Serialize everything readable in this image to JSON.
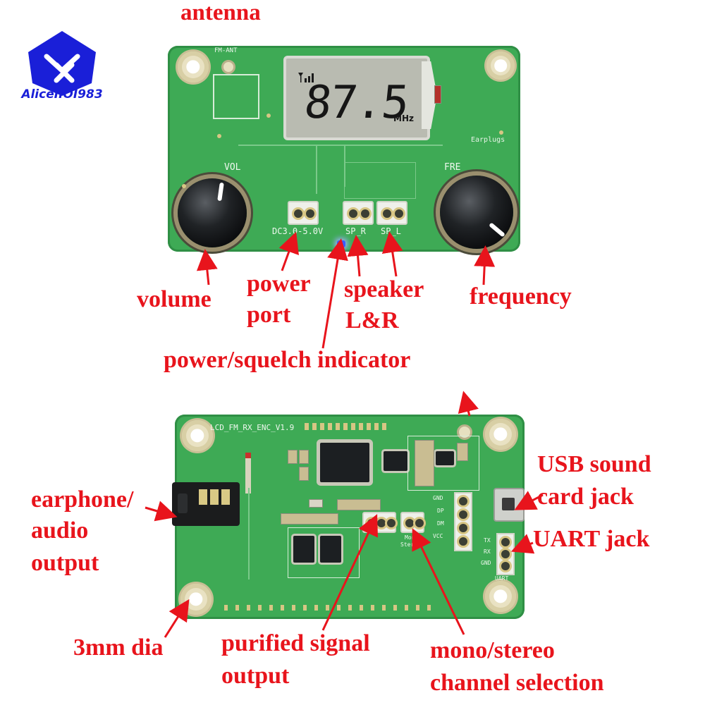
{
  "brand": {
    "logo_text": "AliceIIOI983",
    "accent_color": "#1a1fd8"
  },
  "annotation_color": "#e8141c",
  "top_board": {
    "lcd_frequency": "87.5",
    "lcd_unit": "MHz",
    "silk_vol": "VOL",
    "silk_fre": "FRE",
    "silk_power": "DC3.0-5.0V",
    "silk_spr": "SP_R",
    "silk_spl": "SP_L",
    "silk_earplugs": "Earplugs",
    "silk_ant": "FM-ANT"
  },
  "bottom_board": {
    "silk_title": "LCD_FM_RX_ENC_V1.9",
    "silk_uart": "UART",
    "silk_tx": "TX",
    "silk_rx": "RX",
    "silk_gnd": "GND",
    "silk_vcc": "VCC",
    "silk_dp": "DP",
    "silk_dm": "DM",
    "silk_mono": "Mono",
    "silk_stereo": "Stereo"
  },
  "labels": {
    "antenna": "antenna",
    "volume": "volume",
    "power_port_1": "power",
    "power_port_2": "port",
    "speaker_1": "speaker",
    "speaker_2": "L&R",
    "frequency": "frequency",
    "indicator": "power/squelch indicator",
    "usb_1": "USB sound",
    "usb_2": "card jack",
    "earphone_1": "earphone/",
    "earphone_2": "audio",
    "earphone_3": "output",
    "uart": "UART jack",
    "dia": "3mm dia",
    "purified_1": "purified signal",
    "purified_2": "output",
    "mono_1": "mono/stereo",
    "mono_2": "channel selection"
  }
}
